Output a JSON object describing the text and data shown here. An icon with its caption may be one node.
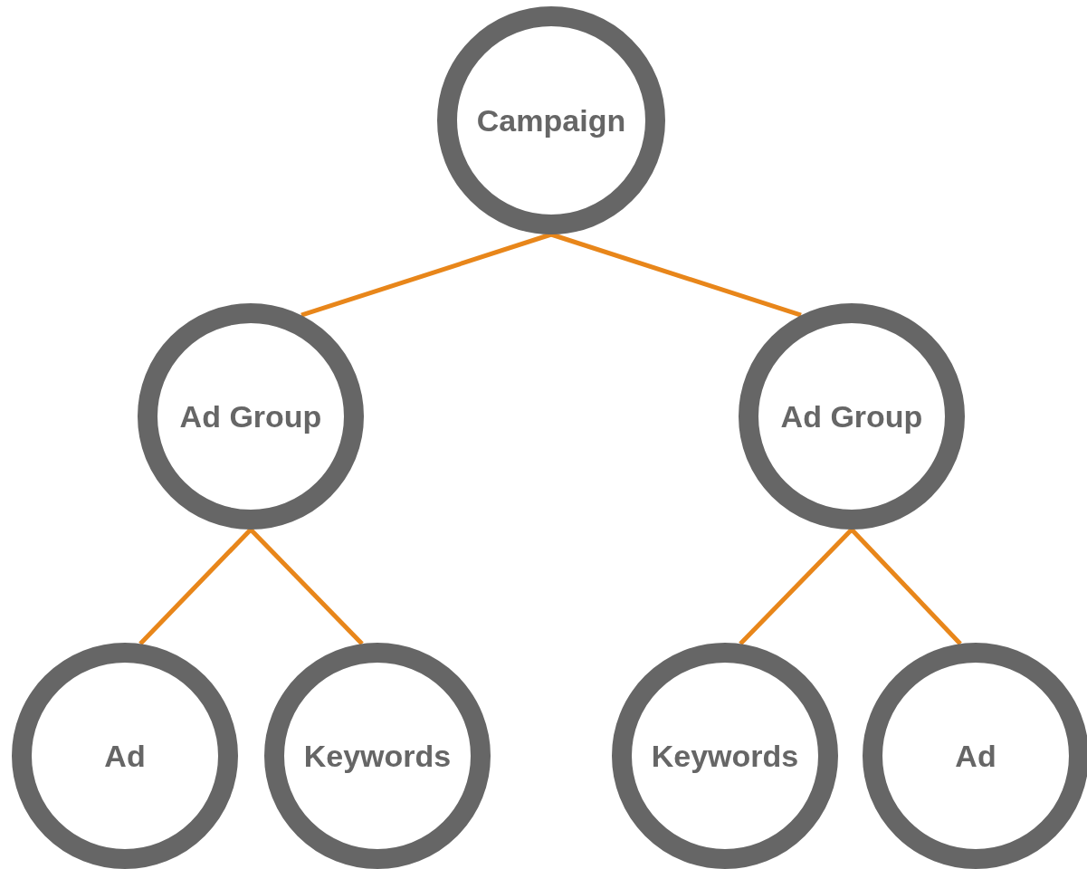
{
  "diagram": {
    "nodes": [
      {
        "text": [
          "Campaign"
        ]
      },
      {
        "text": [
          "Ad Group"
        ]
      },
      {
        "text": [
          "Ad Group"
        ]
      },
      {
        "text": [
          "Ad"
        ]
      },
      {
        "text": [
          "Keywords"
        ]
      },
      {
        "text": [
          "Keywords"
        ]
      },
      {
        "text": [
          "Ad"
        ]
      }
    ],
    "edges": [
      {
        "from": 0,
        "to": 1,
        "arrow": "none"
      },
      {
        "from": 0,
        "to": 2,
        "arrow": "none"
      },
      {
        "from": 1,
        "to": 3,
        "arrow": "none"
      },
      {
        "from": 1,
        "to": 4,
        "arrow": "none"
      },
      {
        "from": 2,
        "to": 5,
        "arrow": "none"
      },
      {
        "from": 2,
        "to": 6,
        "arrow": "none"
      }
    ]
  }
}
